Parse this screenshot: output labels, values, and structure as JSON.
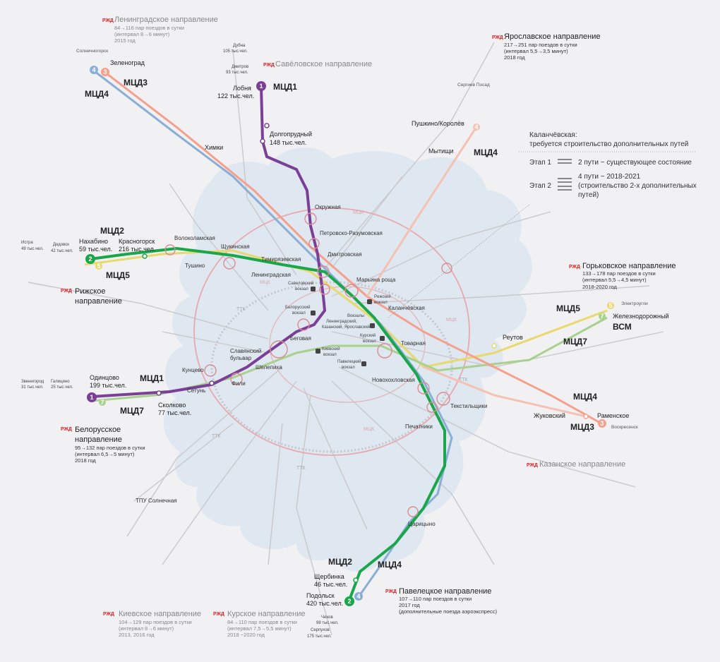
{
  "colors": {
    "mcd1": "#7b3f98",
    "mcd2": "#1aa64a",
    "mcd3": "#f4a08c",
    "mcd4": "#8aaed4",
    "mcd5": "#e8d96a",
    "mcd7": "#a9d18e",
    "mck": "#e79aa1",
    "rail": "#c8c8c8",
    "city": "#dde6f0",
    "rzd": "#e31e24"
  },
  "rzd_logo": "РЖД",
  "line_labels": {
    "mcd1_n": "МЦД1",
    "mcd1_w": "МЦД1",
    "mcd2_w": "МЦД2",
    "mcd2_s": "МЦД2",
    "mcd3_nw": "МЦД3",
    "mcd3_se": "МЦД3",
    "mcd4_nw": "МЦД4",
    "mcd4_ne": "МЦД4",
    "mcd4_se": "МЦД4",
    "mcd4_s": "МЦД4",
    "mcd5_w": "МЦД5",
    "mcd5_e": "МЦД5",
    "mcd7_w": "МЦД7",
    "mcd7_e": "МЦД7",
    "vsm": "ВСМ",
    "railway": "Железнодорожный"
  },
  "line_numbers": {
    "n1": "1",
    "n2": "2",
    "n3": "3",
    "n4": "4",
    "n5": "5",
    "n7": "7"
  },
  "ring_labels": {
    "mck": "МЦК",
    "ttk": "ТТК"
  },
  "directions": {
    "leningrad": {
      "name": "Ленинградское направление",
      "l1": "84→116 пар поездов в сутки",
      "l2": "(интервал 8→6 минут)",
      "l3": "2015 год"
    },
    "savelovo": {
      "name": "Савёловское направление"
    },
    "yaroslavl": {
      "name": "Ярославское направление",
      "l1": "217→251 пар поездов в сутки",
      "l2": "(интервал 5,5→3,5 минут)",
      "l3": "2018 год"
    },
    "riga": {
      "name1": "Рижское",
      "name2": "направление"
    },
    "gorky": {
      "name": "Горьковское направление",
      "l1": "133→178 пар поездов в сутки",
      "l2": "(интервал 5,5→4,5 минут)",
      "l3": "2018-2020 год"
    },
    "belarus": {
      "name1": "Белорусское",
      "name2": "направление",
      "l1": "95→132 пар поездов в сутки",
      "l2": "(интервал 6,5→5 минут)",
      "l3": "2018 год"
    },
    "kazan": {
      "name": "Казанское направление"
    },
    "paveletsk": {
      "name": "Павелецкое направление",
      "l1": "107→110 пар поездов в сутки",
      "l2": "2017 год",
      "l3": "(дополнительные поезда аэроэкспресс)"
    },
    "kiev": {
      "name": "Киевское направление",
      "l1": "104→129 пар поездов в сутки",
      "l2": "(интервал 8→6 минут)",
      "l3": "2013, 2016 год"
    },
    "kursk": {
      "name": "Курское направление",
      "l1": "84→110 пар поездов в сутки",
      "l2": "(интервал 7,5→5,5 минут)",
      "l3": "2018 −2020 год"
    }
  },
  "legend": {
    "title1": "Каланчёвская:",
    "title2": "требуется строительство дополнительных путей",
    "stage1": "Этап 1",
    "stage1_desc": "2 пути − существующее состояние",
    "stage2": "Этап 2",
    "stage2_desc1": "4 пути − 2018-2021",
    "stage2_desc2": "(строительство 2-х дополнительных",
    "stage2_desc3": "путей)"
  },
  "stations": {
    "solnechnogorsk": "Солнечногорск",
    "zelenograd": "Зеленоград",
    "dubna": "Дубна",
    "dubna_pop": "105 тыс.чел.",
    "dmitrov": "Дмитров",
    "dmitrov_pop": "93 тыс.чел.",
    "lobnya": "Лобня",
    "lobnya_pop": "122 тыс.чел.",
    "dolgoprudny": "Долгопрудный",
    "dolgoprudny_pop": "148 тыс.чел.",
    "khimki": "Химки",
    "sergiev": "Сергиев Посад",
    "pushkino": "Пушкино/Королёв",
    "mytishchi": "Мытищи",
    "okruzhnaya": "Окружная",
    "petrovsko": "Петровско-Разумовская",
    "dmitrovskaya": "Дмитровская",
    "timiryazevskaya": "Тимирязевская",
    "maryina": "Марьина роща",
    "istra": "Истра",
    "istra_pop": "49 тыс.чел.",
    "dedovsk": "Дедовск",
    "dedovsk_pop": "42 тыс.чел.",
    "nakhabino": "Нахабино",
    "nakhabino_pop": "59 тыс.чел.",
    "krasnogorsk": "Красногорск",
    "krasnogorsk_pop": "216 тыс.чел.",
    "volokolamskaya": "Волоколамская",
    "tushino": "Тушино",
    "shchukinskaya": "Щукинская",
    "leningradskaya": "Ленинградская",
    "savelovsky": "Савеловский",
    "savelovsky2": "вокзал",
    "rizhsky": "Рижский",
    "rizhsky2": "вокзал",
    "belorussky": "Белорусский",
    "belorussky2": "вокзал",
    "kalanchevskaya": "Каланчёвская",
    "vokzaly1": "Вокзалы",
    "vokzaly2": "Ленинградский,",
    "vokzaly3": "Казанский, Ярославский",
    "kursky": "Курский",
    "kursky2": "вокзал",
    "begovaya": "Беговая",
    "kievsky": "Киевский",
    "kievsky2": "вокзал",
    "tovarnaya": "Товарная",
    "paveletsky": "Павелецкий",
    "paveletsky2": "вокзал",
    "slavyansky1": "Славянский",
    "slavyansky2": "бульвар",
    "shelepikha": "Шелепиха",
    "kuntsevo": "Кунцево",
    "fili": "Фили",
    "setun": "Сетунь",
    "zvenigorod": "Звенигород",
    "zvenigorod_pop": "31 тыс.чел.",
    "galitsino": "Галицино",
    "galitsino_pop": "25 тыс.чел.",
    "odintsovo": "Одинцово",
    "odintsovo_pop": "199 тыс.чел.",
    "skolkovo": "Сколково",
    "skolkovo_pop": "77 тыс.чел.",
    "novokhokhlovskaya": "Новохохловская",
    "tekstilshchiki": "Текстильщики",
    "pechatniki": "Печатники",
    "tsaritsyno": "Царицыно",
    "reutov": "Реутов",
    "elektrougli": "Электроугли",
    "zhukovsky": "Жуковский",
    "ramenskoe": "Раменское",
    "voskresensk": "Воскресенск",
    "tpu": "ТПУ Солнечная",
    "shcherbinka": "Щербинка",
    "shcherbinka_pop": "46 тыс.чел.",
    "podolsk": "Подольск",
    "podolsk_pop": "420 тыс.чел.",
    "chekhov": "Чехов",
    "chekhov_pop": "98 тыс.чел.",
    "serpukhov": "Серпухов",
    "serpukhov_pop": "175 тыс.чел."
  }
}
